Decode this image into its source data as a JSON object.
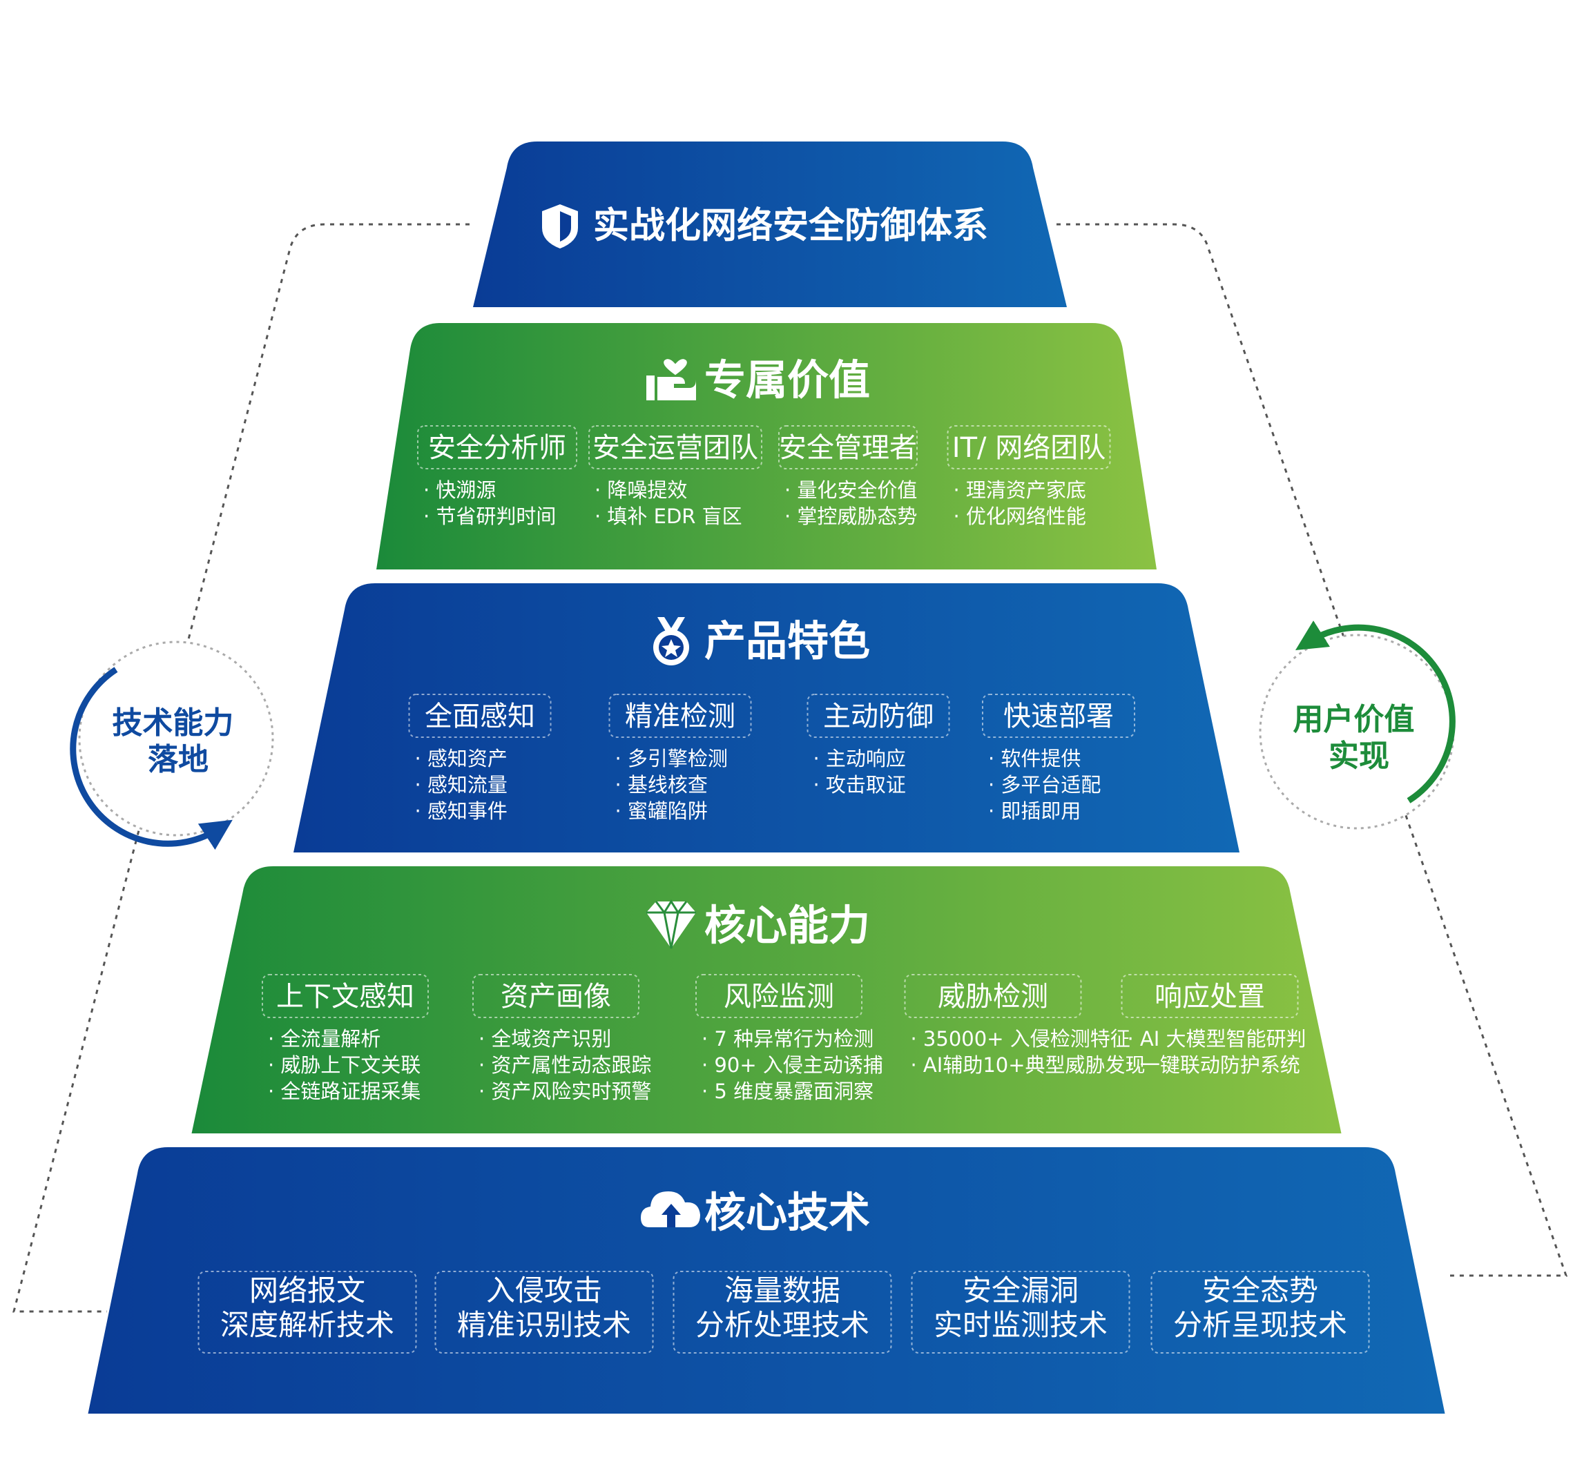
{
  "colors": {
    "blue_dark": "#0a3c96",
    "blue_light": "#1168b4",
    "green_dark": "#1b8a3a",
    "green_light": "#8bc243",
    "side_left": "#0f4aa0",
    "side_right": "#1d8c3a",
    "dotted": "#555555"
  },
  "layers": [
    {
      "title": "实战化网络安全防御体系",
      "icon": "shield-icon",
      "theme": "blue",
      "groups": []
    },
    {
      "title": "专属价值",
      "icon": "hand-heart-icon",
      "theme": "green",
      "groups": [
        {
          "label": "安全分析师",
          "items": [
            "快溯源",
            "节省研判时间"
          ]
        },
        {
          "label": "安全运营团队",
          "items": [
            "降噪提效",
            "填补 EDR 盲区"
          ]
        },
        {
          "label": "安全管理者",
          "items": [
            "量化安全价值",
            "掌控威胁态势"
          ]
        },
        {
          "label": "IT/ 网络团队",
          "items": [
            "理清资产家底",
            "优化网络性能"
          ]
        }
      ]
    },
    {
      "title": "产品特色",
      "icon": "medal-icon",
      "theme": "blue",
      "groups": [
        {
          "label": "全面感知",
          "items": [
            "感知资产",
            "感知流量",
            "感知事件"
          ]
        },
        {
          "label": "精准检测",
          "items": [
            "多引擎检测",
            "基线核查",
            "蜜罐陷阱"
          ]
        },
        {
          "label": "主动防御",
          "items": [
            "主动响应",
            "攻击取证"
          ]
        },
        {
          "label": "快速部署",
          "items": [
            "软件提供",
            "多平台适配",
            "即插即用"
          ]
        }
      ]
    },
    {
      "title": "核心能力",
      "icon": "diamond-icon",
      "theme": "green",
      "groups": [
        {
          "label": "上下文感知",
          "items": [
            "全流量解析",
            "威胁上下文关联",
            "全链路证据采集"
          ]
        },
        {
          "label": "资产画像",
          "items": [
            "全域资产识别",
            "资产属性动态跟踪",
            "资产风险实时预警"
          ]
        },
        {
          "label": "风险监测",
          "items": [
            "7 种异常行为检测",
            "90+ 入侵主动诱捕",
            "5 维度暴露面洞察"
          ]
        },
        {
          "label": "威胁检测",
          "items": [
            "35000+ 入侵检测特征",
            "AI辅助10+典型威胁发现"
          ]
        },
        {
          "label": "响应处置",
          "items": [
            "AI 大模型智能研判",
            "一键联动防护系统"
          ]
        }
      ]
    },
    {
      "title": "核心技术",
      "icon": "cloud-upload-icon",
      "theme": "blue",
      "groups": [
        {
          "lines": [
            "网络报文",
            "深度解析技术"
          ]
        },
        {
          "lines": [
            "入侵攻击",
            "精准识别技术"
          ]
        },
        {
          "lines": [
            "海量数据",
            "分析处理技术"
          ]
        },
        {
          "lines": [
            "安全漏洞",
            "实时监测技术"
          ]
        },
        {
          "lines": [
            "安全态势",
            "分析呈现技术"
          ]
        }
      ]
    }
  ],
  "side_left": {
    "lines": [
      "技术能力",
      "落地"
    ]
  },
  "side_right": {
    "lines": [
      "用户价值",
      "实现"
    ]
  }
}
